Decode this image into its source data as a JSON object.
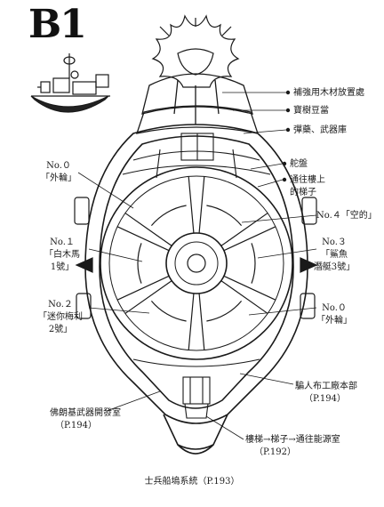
{
  "page_label": "B1",
  "caption": "士兵船塢系統（P.193）",
  "labels": {
    "storage": "補強用木材放置處",
    "treasure": "寶樹豆當",
    "ammo": "彈藥、武器庫",
    "helm": "舵盤",
    "ladder_up_1": "通往樓上",
    "ladder_up_2": "的梯子",
    "no4": "No.４「空的」",
    "no0_left_1": "No.０",
    "no0_left_2": "「外輪」",
    "no1_1": "No.１",
    "no1_2": "「白木馬",
    "no1_3": "1號」",
    "no3_1": "No.３",
    "no3_2": "「鯊魚",
    "no3_3": "潛艇3號」",
    "no2_1": "No.２",
    "no2_2": "「迷你梅利",
    "no2_3": "2號」",
    "no0_right_1": "No.０",
    "no0_right_2": "「外輪」",
    "franky_1": "騙人布工廠本部",
    "franky_2": "（P.194）",
    "brook_1": "佛朗基武器開發室",
    "brook_2": "（P.194）",
    "stairs_1": "樓梯→梯子→通往能源室",
    "stairs_2": "（P.192）"
  },
  "colors": {
    "ink": "#1a1a1a",
    "paper": "#ffffff"
  }
}
